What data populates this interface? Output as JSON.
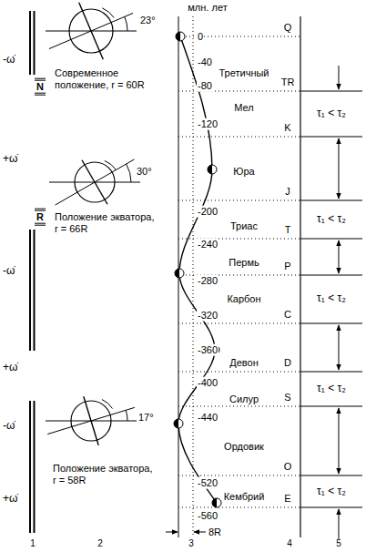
{
  "diagram": {
    "labels": [
      "млн. лет",
      "-ω̇",
      "+ω̇",
      "-ω̇",
      "+ω̇",
      "-ω̇",
      "+ω̇",
      "N",
      "R",
      "23°",
      "Современное положение, r = 60R",
      "30°",
      "Положение экватора, r = 66R",
      "17°",
      "Положение экватора, r = 58R",
      "0",
      "-40",
      "-80",
      "-120",
      "-200",
      "-240",
      "-280",
      "-320",
      "-360",
      "-400",
      "-440",
      "-520",
      "-560",
      "Третичный",
      "Мел",
      "Юра",
      "Триас",
      "Пермь",
      "Карбон",
      "Девон",
      "Силур",
      "Ордовик",
      "Кембрий",
      "Q",
      "TR",
      "K",
      "J",
      "T",
      "P",
      "C",
      "D",
      "S",
      "O",
      "E",
      "τ₁ < τ₂",
      "τ₁ < τ₂",
      "τ₁ < τ₂",
      "τ₁ < τ₂",
      "τ₁ < τ₂",
      "8R",
      "1",
      "2",
      "3",
      "4",
      "5"
    ]
  }
}
